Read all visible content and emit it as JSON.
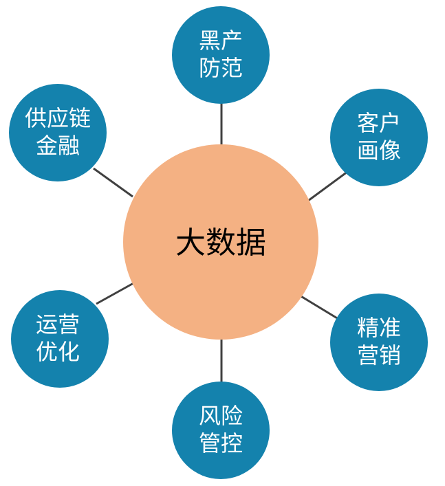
{
  "diagram": {
    "colors": {
      "center_fill": "#f4b183",
      "satellite_fill": "#1482ad",
      "connector": "#404040",
      "center_text": "#000000",
      "satellite_text": "#ffffff"
    },
    "center": {
      "label": "大数据"
    },
    "nodes": [
      {
        "id": "top",
        "line1": "黑产",
        "line2": "防范"
      },
      {
        "id": "top-right",
        "line1": "客户",
        "line2": "画像"
      },
      {
        "id": "bottom-right",
        "line1": "精准",
        "line2": "营销"
      },
      {
        "id": "bottom",
        "line1": "风险",
        "line2": "管控"
      },
      {
        "id": "bottom-left",
        "line1": "运营",
        "line2": "优化"
      },
      {
        "id": "top-left",
        "line1": "供应链",
        "line2": "金融"
      }
    ]
  }
}
